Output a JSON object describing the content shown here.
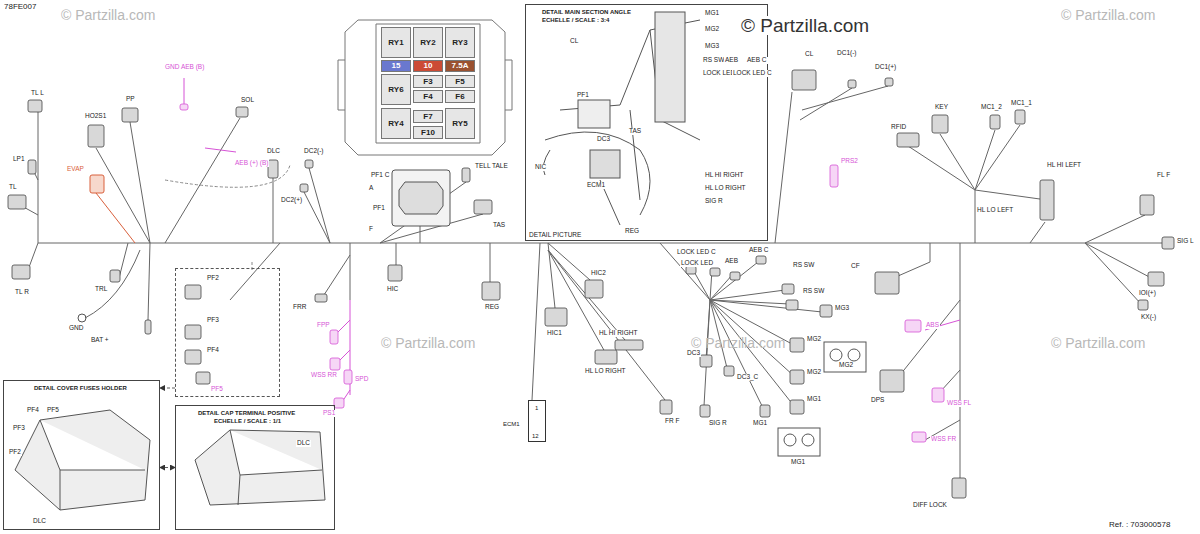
{
  "diagram": {
    "nodes": [
      {
        "text": [
          "DETAIL MAIN SECTION ANGLE",
          "ECHELLE / SCALE : 3:4"
        ]
      },
      {
        "text": [
          "DETAIL COVER FUSES HOLDER"
        ]
      },
      {
        "text": [
          "DETAIL CAP TERMINAL POSITIVE",
          "ECHELLE / SCALE : 1/1"
        ]
      },
      {
        "text": [
          "PF2",
          "PF3",
          "PF4"
        ]
      },
      {
        "text": [
          "ECM1",
          "1",
          "12"
        ]
      },
      {
        "text": [
          "RY1"
        ]
      },
      {
        "text": [
          "RY2"
        ]
      },
      {
        "text": [
          "RY3"
        ]
      },
      {
        "text": [
          "15"
        ]
      },
      {
        "text": [
          "10"
        ]
      },
      {
        "text": [
          "7.5A"
        ]
      },
      {
        "text": [
          "RY6"
        ]
      },
      {
        "text": [
          "F3"
        ]
      },
      {
        "text": [
          "F5"
        ]
      },
      {
        "text": [
          "F4"
        ]
      },
      {
        "text": [
          "F6"
        ]
      },
      {
        "text": [
          "RY4"
        ]
      },
      {
        "text": [
          "F7"
        ]
      },
      {
        "text": [
          "RY5"
        ]
      },
      {
        "text": [
          "F10"
        ]
      }
    ],
    "edges": [
      {
        "from": 3,
        "to": 1,
        "arrow": "to"
      },
      {
        "from": 1,
        "to": 2,
        "arrow": "both"
      }
    ],
    "labels": [
      "78FE007",
      "© Partzilla.com",
      "© Partzilla.com",
      "© Partzilla.com",
      "© Partzilla.com",
      "© Partzilla.com",
      "© Partzilla.com",
      "TL L",
      "HO2S1",
      "PP",
      "SOL",
      "GND AEB (B)",
      "AEB (+) (B)",
      "LP1",
      "EVAP",
      "TL",
      "DLC",
      "DC2(-)",
      "DC2(+)",
      "PF1 C",
      "A",
      "PF1",
      "F",
      "TELL TALE",
      "TAS",
      "TL R",
      "TRL",
      "GND",
      "BAT +",
      "FRR",
      "FPP",
      "WSS RR",
      "SPD",
      "PS1",
      "PF5",
      "HIC",
      "REG",
      "HIC2",
      "HIC1",
      "HL HI RIGHT",
      "HL LO RIGHT",
      "FR F",
      "SIG R",
      "DC3",
      "DC3_C",
      "LOCK LED C",
      "LOCK LED",
      "AEB",
      "AEB C",
      "RS SW",
      "RS SW",
      "MG3",
      "MG2",
      "MG2",
      "MG1",
      "MG1",
      "MG2",
      "MG1",
      "CF",
      "ABS",
      "WSS FL",
      "DPS",
      "WSS FR",
      "DIFF LOCK",
      "CL",
      "DC1(-)",
      "DC1(+)",
      "PRS2",
      "KEY",
      "MC1_2",
      "MC1_1",
      "RFID",
      "HL HI LEFT",
      "HL LO LEFT",
      "FL F",
      "SIG L",
      "IOI(+)",
      "KX(-)",
      "MG1",
      "MG2",
      "MG3",
      "CL",
      "DC3",
      "PF1",
      "TAS",
      "NIC",
      "ECM1",
      "REG",
      "RS SW",
      "AEB",
      "AEB C",
      "LOCK LED",
      "LOCK LED C",
      "HL HI RIGHT",
      "HL LO RIGHT",
      "SIG R",
      "DETAIL PICTURE",
      "PF4",
      "PF5",
      "PF3",
      "PF2",
      "DLC",
      "DLC",
      "Ref. : 703000578"
    ]
  }
}
